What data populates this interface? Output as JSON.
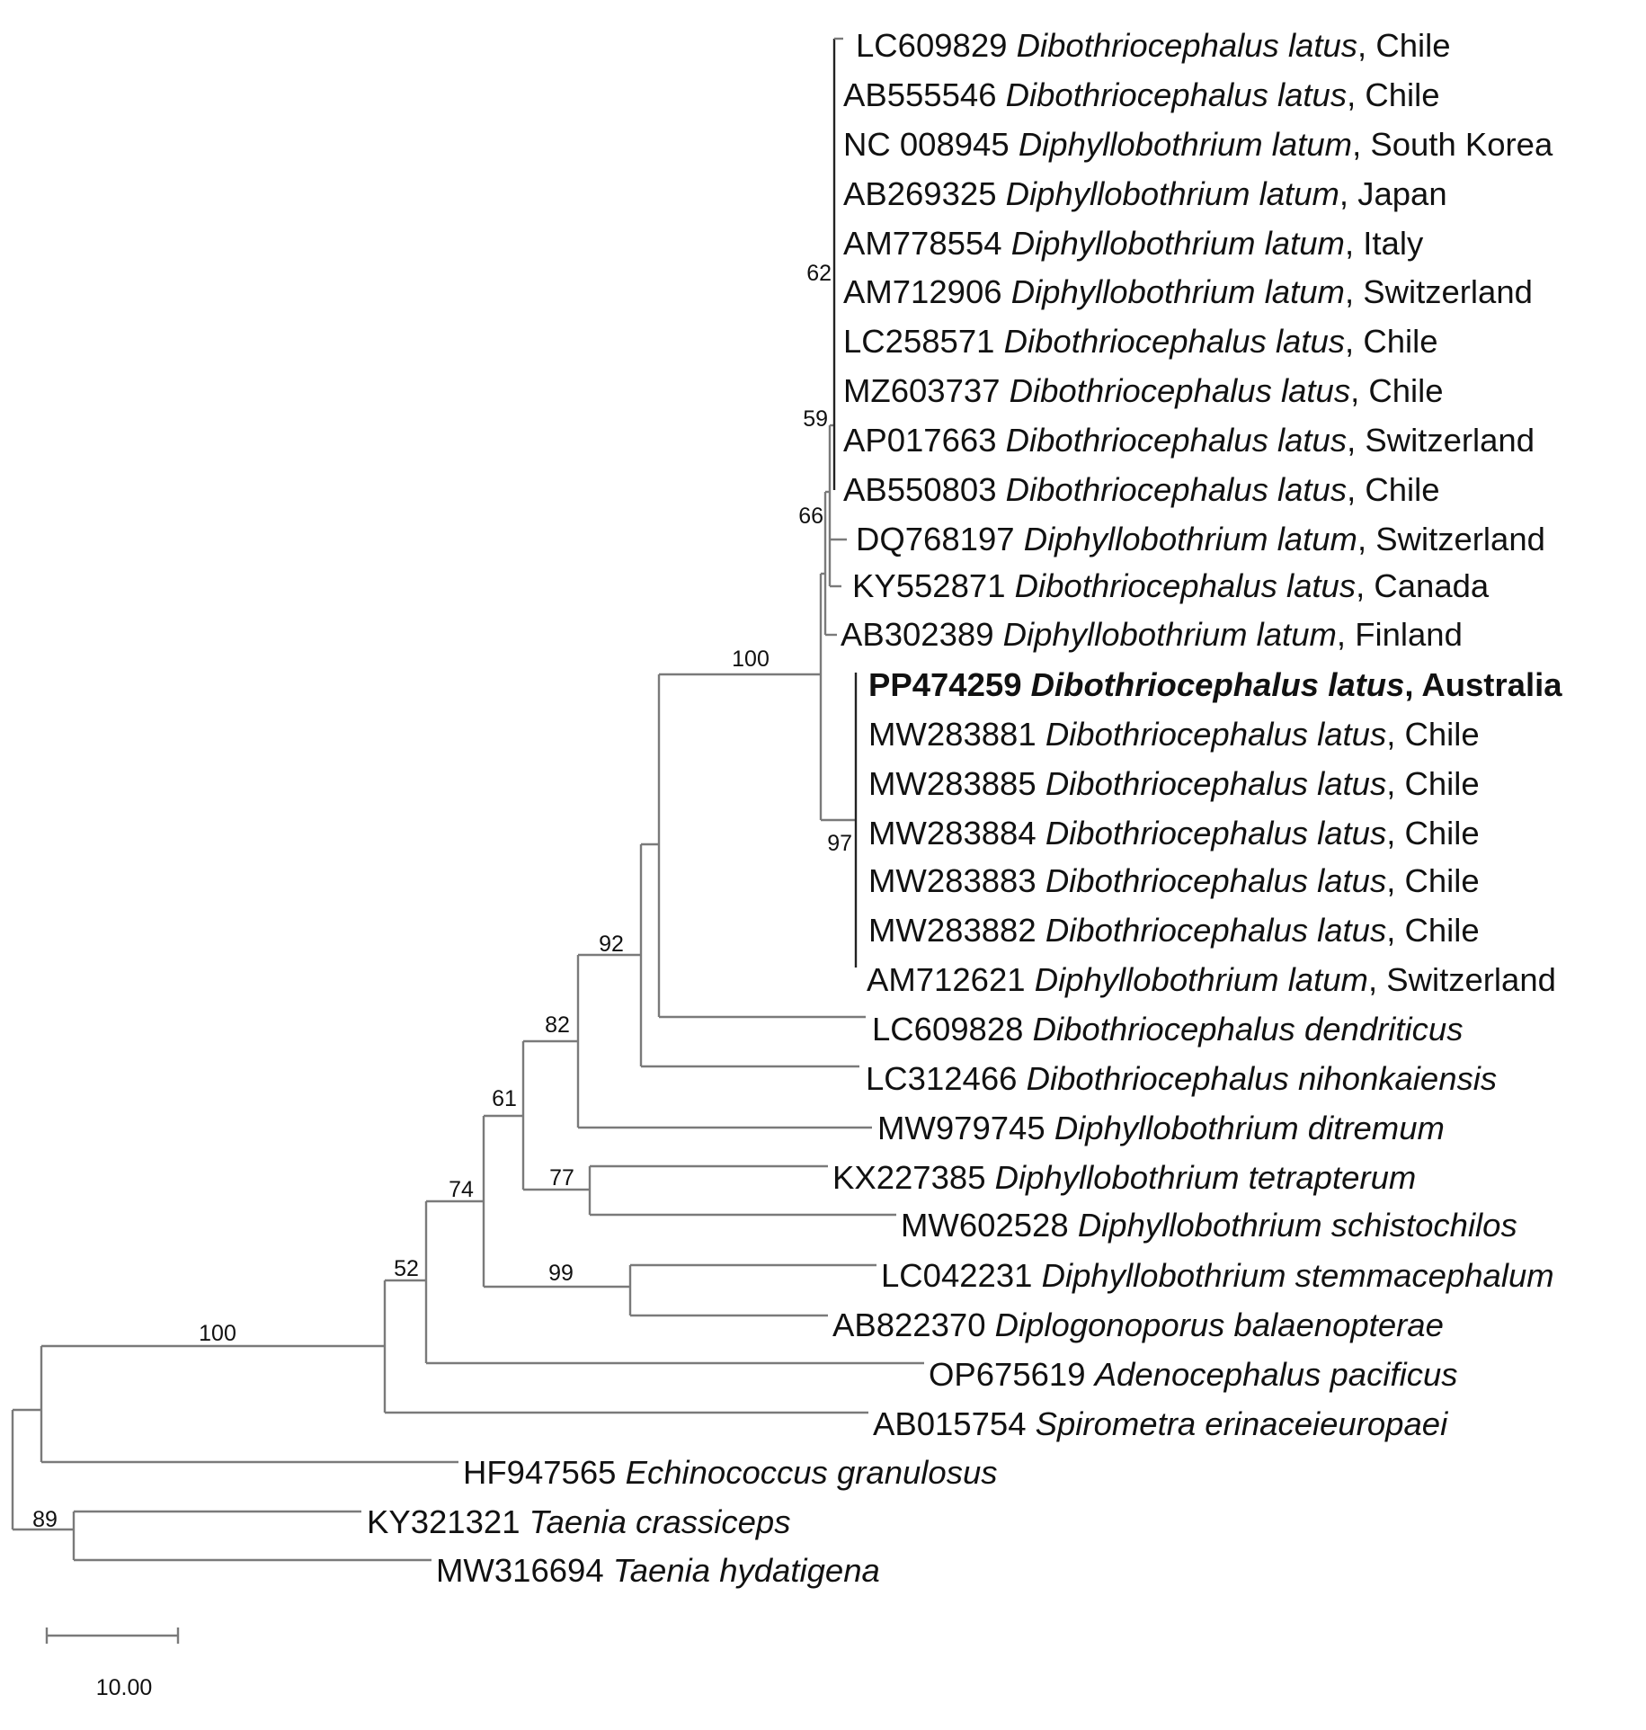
{
  "tree": {
    "bootstrap": {
      "clade_62": "62",
      "clade_59": "59",
      "clade_66": "66",
      "clade_97": "97",
      "clade_100_latus": "100",
      "clade_92": "92",
      "clade_82": "82",
      "clade_61": "61",
      "clade_77": "77",
      "clade_74": "74",
      "clade_99": "99",
      "clade_52": "52",
      "clade_100_diphyllobothriidea": "100",
      "clade_89": "89"
    },
    "taxa": [
      {
        "acc": "LC609829",
        "species": "Dibothriocephalus latus",
        "country": ", Chile"
      },
      {
        "acc": "AB555546",
        "species": "Dibothriocephalus latus",
        "country": ", Chile"
      },
      {
        "acc": "NC 008945",
        "species": "Diphyllobothrium latum",
        "country": ", South Korea"
      },
      {
        "acc": "AB269325",
        "species": "Diphyllobothrium latum",
        "country": ", Japan"
      },
      {
        "acc": "AM778554",
        "species": "Diphyllobothrium latum",
        "country": ", Italy"
      },
      {
        "acc": "AM712906",
        "species": "Diphyllobothrium latum",
        "country": ", Switzerland"
      },
      {
        "acc": "LC258571",
        "species": "Dibothriocephalus latus",
        "country": ", Chile"
      },
      {
        "acc": "MZ603737",
        "species": "Dibothriocephalus latus",
        "country": ", Chile"
      },
      {
        "acc": "AP017663",
        "species": "Dibothriocephalus latus",
        "country": ", Switzerland"
      },
      {
        "acc": "AB550803",
        "species": "Dibothriocephalus latus",
        "country": ", Chile"
      },
      {
        "acc": "DQ768197",
        "species": "Diphyllobothrium latum",
        "country": ", Switzerland"
      },
      {
        "acc": "KY552871",
        "species": "Dibothriocephalus latus",
        "country": ", Canada"
      },
      {
        "acc": "AB302389",
        "species": "Diphyllobothrium latum",
        "country": ", Finland"
      },
      {
        "acc": "PP474259",
        "species": "Dibothriocephalus latus",
        "country": ", Australia",
        "highlight": true
      },
      {
        "acc": "MW283881",
        "species": "Dibothriocephalus latus",
        "country": ", Chile"
      },
      {
        "acc": "MW283885",
        "species": "Dibothriocephalus latus",
        "country": ", Chile"
      },
      {
        "acc": "MW283884",
        "species": "Dibothriocephalus latus",
        "country": ", Chile"
      },
      {
        "acc": "MW283883",
        "species": "Dibothriocephalus latus",
        "country": ", Chile"
      },
      {
        "acc": "MW283882",
        "species": "Dibothriocephalus latus",
        "country": ", Chile"
      },
      {
        "acc": "AM712621",
        "species": "Diphyllobothrium latum",
        "country": ", Switzerland"
      },
      {
        "acc": "LC609828",
        "species": "Dibothriocephalus dendriticus",
        "country": ""
      },
      {
        "acc": "LC312466",
        "species": "Dibothriocephalus nihonkaiensis",
        "country": ""
      },
      {
        "acc": "MW979745",
        "species": "Diphyllobothrium ditremum",
        "country": ""
      },
      {
        "acc": "KX227385",
        "species": "Diphyllobothrium tetrapterum",
        "country": ""
      },
      {
        "acc": "MW602528",
        "species": "Diphyllobothrium schistochilos",
        "country": ""
      },
      {
        "acc": "LC042231",
        "species": "Diphyllobothrium stemmacephalum",
        "country": ""
      },
      {
        "acc": "AB822370",
        "species": "Diplogonoporus balaenopterae",
        "country": ""
      },
      {
        "acc": "OP675619",
        "species": "Adenocephalus pacificus",
        "country": ""
      },
      {
        "acc": "AB015754",
        "species": "Spirometra erinaceieuropaei",
        "country": ""
      },
      {
        "acc": "HF947565",
        "species": "Echinococcus granulosus",
        "country": ""
      },
      {
        "acc": "KY321321",
        "species": "Taenia crassiceps",
        "country": ""
      },
      {
        "acc": "MW316694",
        "species": "Taenia hydatigena",
        "country": ""
      }
    ],
    "scale_bar": {
      "label": "10.00",
      "length_units": 10
    }
  }
}
